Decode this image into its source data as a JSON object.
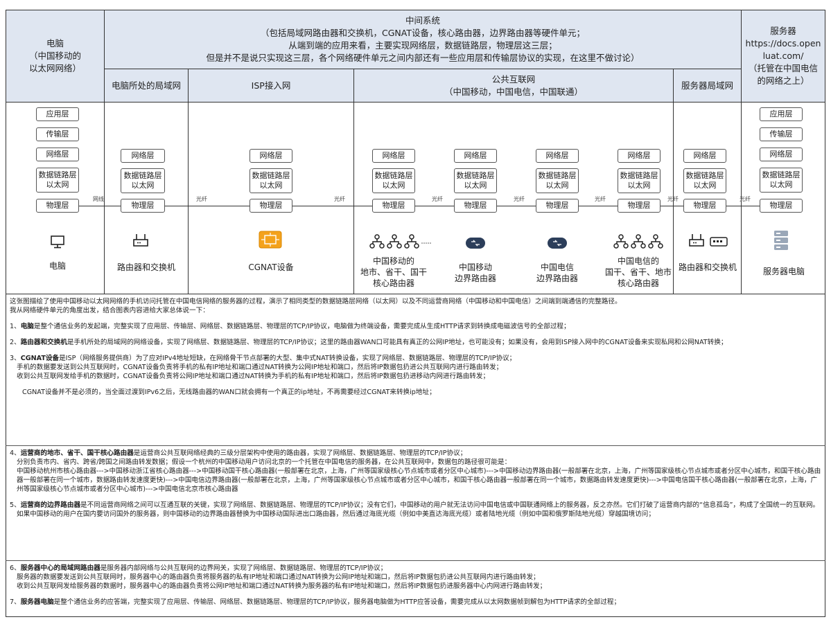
{
  "header": {
    "pc": "电脑\n（中国移动的\n以太网网络）",
    "middle": "中间系统\n（包括局域网路由器和交换机，CGNAT设备，核心路由器，边界路由器等硬件单元；\n从端到端的应用来看，主要实现网络层，数据链路层，物理层这三层；\n但是并不是说只实现这三层，各个网络硬件单元之间内部还有一些应用层和传输层协议的实现，在这里不做讨论）",
    "server": "服务器\nhttps://docs.open\nluat.com/\n（托管在中国电信\n的网络之上）",
    "lan": "电脑所处的局域网",
    "isp": "ISP接入网",
    "public": "公共互联网\n（中国移动，中国电信，中国联通）",
    "server_lan": "服务器局域网"
  },
  "layers": {
    "app": "应用层",
    "transport": "传输层",
    "network": "网络层",
    "datalink": "数据链路层\n以太网",
    "physical": "物理层"
  },
  "links": {
    "ethernet": "网线",
    "fiber": "光纤"
  },
  "devices": {
    "pc": "电脑",
    "router_switch": "路由器和交换机",
    "cgnat": "CGNAT设备",
    "cm_core": "中国移动的\n地市、省干、国干\n核心路由器",
    "cm_border": "中国移动\n边界路由器",
    "ct_border": "中国电信\n边界路由器",
    "ct_core": "中国电信的\n国干、省干、地市\n核心路由器",
    "server_router": "路由器和交换机",
    "server_pc": "服务器电脑"
  },
  "notes": {
    "intro1": "这张图描绘了使用中国移动以太网网络的手机访问托管在中国电信网络的服务器的过程，演示了相同类型的数据链路层网络（以太网）以及不同运营商网络（中国移动和中国电信）之间端到端通信的完整路径。",
    "intro2": "我从网络硬件单元的角度出发，结合图表内容进给大家总体说一下：",
    "n1_prefix": "1、",
    "n1_bold": "电脑",
    "n1_text": "是整个通信业务的发起端，完整实现了应用层、传输层、网络层、数据链路层、物理层的TCP/IP协议，电脑做为终端设备，需要完成从生成HTTP请求到转换成电磁波信号的全部过程；",
    "n2_prefix": "2、",
    "n2_bold": "路由器和交换机",
    "n2_text": "是手机所处的局域网的网络设备，实现了网络层、数据链路层、物理层的TCP/IP协议；这里的路由器WAN口可能具有真正的公网IP地址，也可能没有；如果没有，会用到ISP接入网中的CGNAT设备来实现私网和公网NAT转换；",
    "n3_prefix": "3、",
    "n3_bold": "CGNAT设备",
    "n3_text": "是ISP（网络服务提供商）为了应对IPv4地址短缺，在网络骨干节点部署的大型、集中式NAT转换设备，实现了网络层、数据链路层、物理层的TCP/IP协议；",
    "n3_l2": "手机的数据要发送到公共互联网时，CGNAT设备负责将手机的私有IP地址和端口通过NAT转换为公网IP地址和端口，然后将IP数据包扔进公共互联网内进行路由转发；",
    "n3_l3": "收到公共互联网发给手机的数据时，CGNAT设备负责将公网IP地址和端口通过NAT转换为手机的私有IP地址和端口，然后将IP数据包扔进移动内网进行路由转发；",
    "n3_l4": "CGNAT设备并不是必须的，当全面过渡到IPv6之后，无线路由器的WAN口就会拥有一个真正的ip地址，不再需要经过CGNAT来转换ip地址；",
    "n4_prefix": "4、",
    "n4_bold": "运营商的地市、省干、国干核心路由器",
    "n4_text": "是运营商公共互联网络经典的三级分层架构中使用的路由器，实现了网络层、数据链路层、物理层的TCP/IP协议；",
    "n4_l2": "分别负责市内、省内、跨省/跨国之间路由转发数据；假设一个杭州的中国移动用户访问北京的一个托管在中国电信的服务器，在公共互联网中，数据包的路径很可能是：",
    "n4_l3": "中国移动杭州市核心路由器--->中国移动浙江省核心路由器--->中国移动国干核心路由器(一般部署在北京，上海，广州等国家级核心节点城市或者分区中心城市)--->中国移动边界路由器(一般部署在北京，上海，广州等国家级核心节点城市或者分区中心城市，和国干核心路由器一般部署在同一个城市，数据路由转发速度更快)--->中国电信边界路由器(一般部署在北京，上海，广州等国家级核心节点城市或者分区中心城市，和国干核心路由器一般部署在同一个城市，数据路由转发速度更快)--->中国电信国干核心路由器(一般部署在北京，上海，广州等国家级核心节点城市或者分区中心城市)--->中国电信北京市核心路由器",
    "n5_prefix": "5、",
    "n5_bold": "运营商的边界路由器",
    "n5_text": "是不同运营商网络之间可以互通互联的关键，实现了网络层、数据链路层、物理层的TCP/IP协议；没有它们，中国移动的用户就无法访问中国电信或中国联通网络上的服务器，反之亦然。它们打破了运营商内部的“信息孤岛”，构成了全国统一的互联网。",
    "n5_l2": "如果中国移动的用户在国内要访问国外的服务器，则中国移动的边界路由器替换为中国移动国际进出口路由器，然后通过海底光缆（例如中美直达海底光缆）或者陆地光缆（例如中国和俄罗斯陆地光缆）穿越国境访问；",
    "n6_prefix": "6、",
    "n6_bold": "服务器中心的局域网路由器",
    "n6_text": "是服务器内部网络与公共互联网的边界网关，实现了网络层、数据链路层、物理层的TCP/IP协议；",
    "n6_l2": "服务器的数据要发送到公共互联网时，服务器中心的路由器负责将服务器的私有IP地址和端口通过NAT转换为公网IP地址和端口，然后将IP数据包扔进公共互联网内进行路由转发；",
    "n6_l3": "收到公共互联网发给服务器的数据时，服务器中心的路由器负责将公网IP地址和端口通过NAT转换为服务器的私有IP地址和端口，然后将IP数据包扔进服务器中心内网进行路由转发；",
    "n7_prefix": "7、",
    "n7_bold": "服务器电脑",
    "n7_text": "是整个通信业务的应答端，完整实现了应用层、传输层、网络层、数据链路层、物理层的TCP/IP协议，服务器电脑做为HTTP应答设备，需要完成从以太网数据帧到解包为HTTP请求的全部过程；"
  }
}
